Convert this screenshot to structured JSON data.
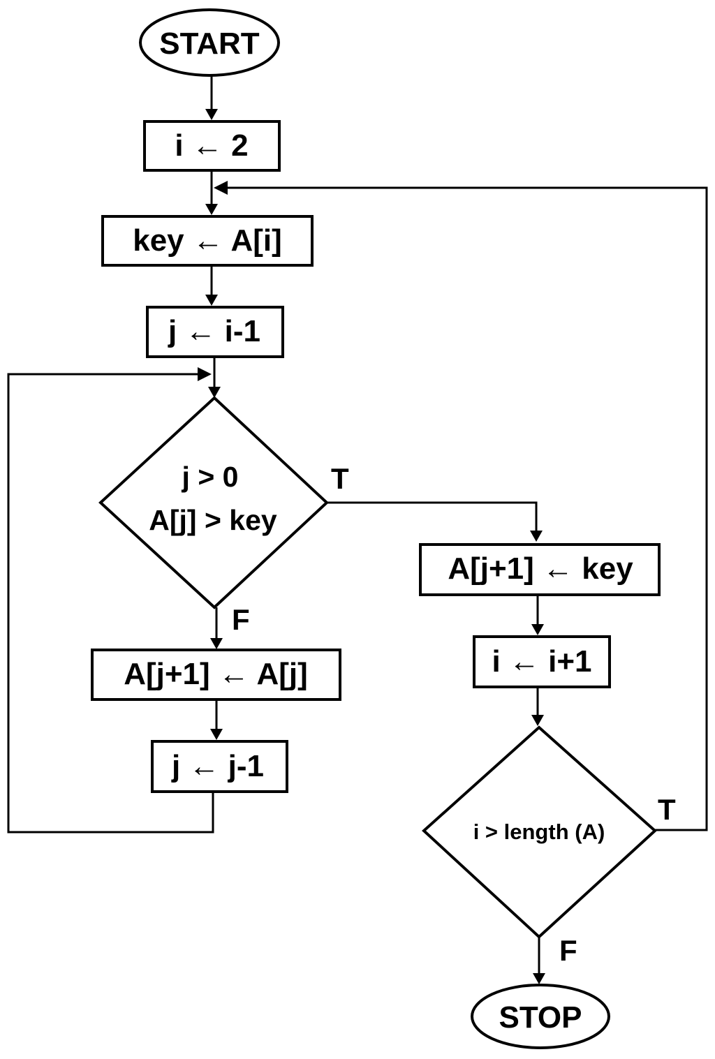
{
  "diagram": {
    "nodes": {
      "start": "START",
      "init_i": "i ← 2",
      "set_key": "key ← A[i]",
      "set_j": "j ← i-1",
      "cond_loop_line1": "j > 0",
      "cond_loop_line2": "A[j] > key",
      "shift": "A[j+1] ← A[j]",
      "dec_j": "j ← j-1",
      "insert": "A[j+1] ← key",
      "inc_i": "i ← i+1",
      "cond_end": "i > length (A)",
      "stop": "STOP"
    },
    "edge_labels": {
      "loop_true": "T",
      "loop_false": "F",
      "end_true": "T",
      "end_false": "F"
    },
    "colors": {
      "stroke": "#000000",
      "fill": "#ffffff"
    }
  }
}
